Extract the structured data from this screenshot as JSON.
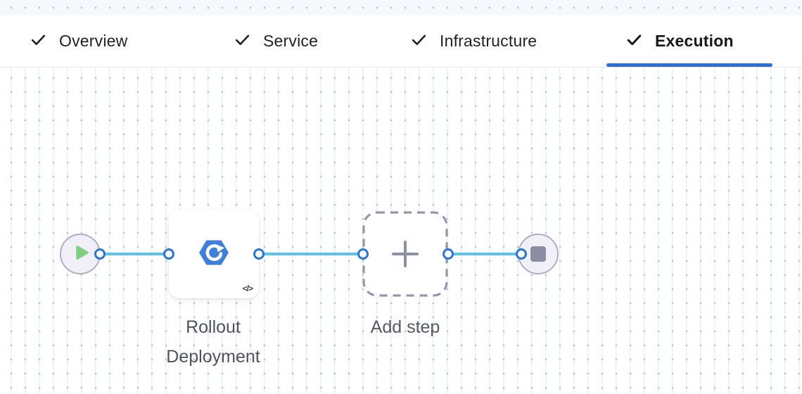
{
  "tabs": [
    {
      "label": "Overview",
      "active": false
    },
    {
      "label": "Service",
      "active": false
    },
    {
      "label": "Infrastructure",
      "active": false
    },
    {
      "label": "Execution",
      "active": true
    }
  ],
  "pipeline": {
    "start_node": "start",
    "end_node": "stop",
    "step_label": "Rollout Deployment",
    "add_step_label": "Add step",
    "code_glyph": "</>"
  },
  "colors": {
    "accent_blue": "#2e6fd1",
    "edge_blue": "#5cc2ef",
    "port_ring_blue": "#2a76d3",
    "step_icon_blue": "#3e7fd9",
    "play_green": "#7fcf80",
    "node_fill": "#f1f0f8",
    "node_border": "#aeaec6",
    "dashed_border": "#9496ad",
    "neutral_gray": "#8b8da3",
    "label_text": "#4e5362"
  }
}
